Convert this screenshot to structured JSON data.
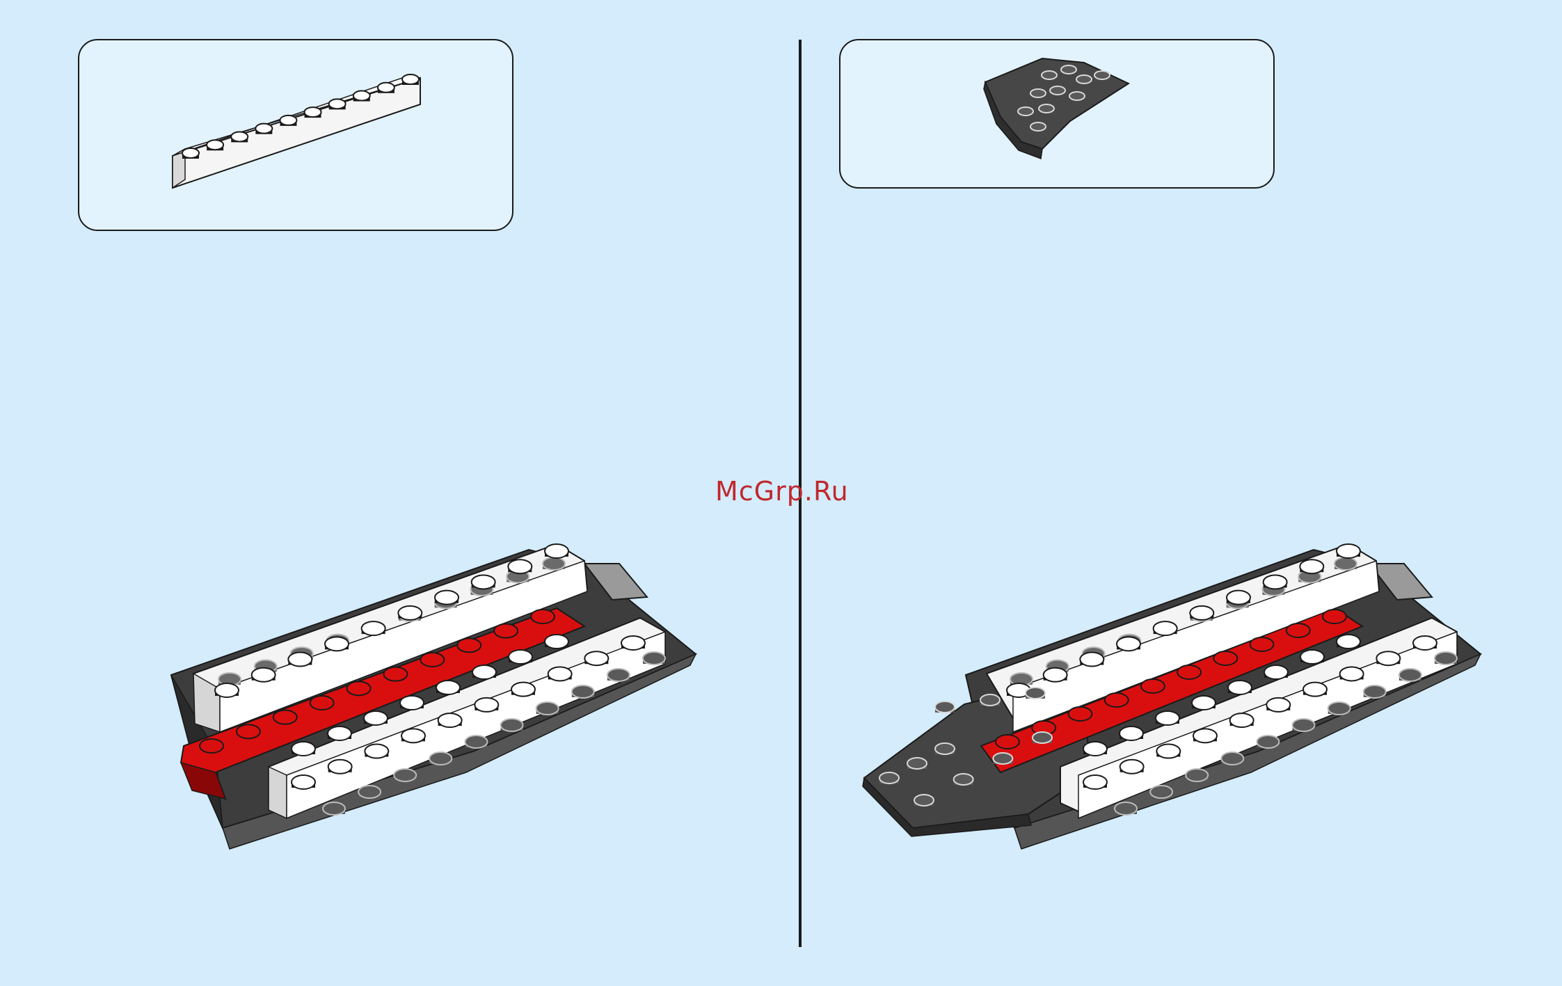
{
  "watermark": {
    "text": "McGrp.Ru",
    "color": "#c0282d"
  },
  "colors": {
    "background": "#d4ecfb",
    "callout_fill": "#e2f3fd",
    "brick_white": "#f4f4f4",
    "brick_red": "#d90f0f",
    "brick_dark_gray": "#444444",
    "brick_light_gray": "#9a9a9a",
    "outline": "#1a1a1a"
  },
  "steps": [
    {
      "panel": "left",
      "parts": [
        {
          "name": "brick-1x10",
          "color": "white",
          "qty": 1
        }
      ],
      "assembly": "boat-hull-step-a"
    },
    {
      "panel": "right",
      "parts": [
        {
          "name": "wedge-plate-bow",
          "color": "dark-gray",
          "qty": 1
        }
      ],
      "assembly": "boat-hull-step-b"
    }
  ]
}
